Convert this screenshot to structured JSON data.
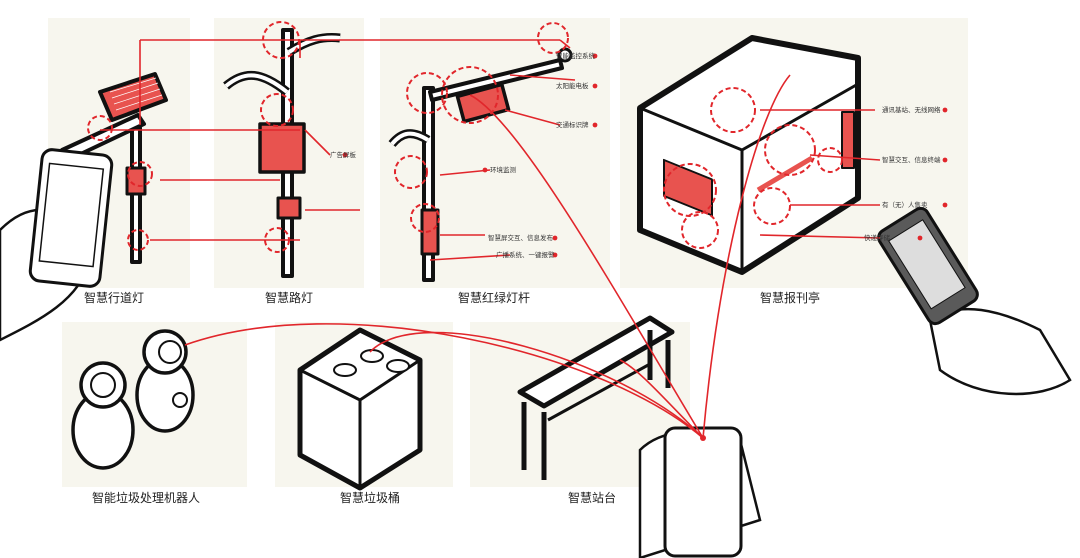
{
  "colors": {
    "accent": "#e1262b",
    "accent_fill": "#e8534f",
    "panel": "#f7f6ee",
    "ink": "#111111"
  },
  "panels": {
    "street_light": "智慧行道灯",
    "road_lamp": "智慧路灯",
    "traffic_pole": "智慧红绿灯杆",
    "kiosk": "智慧报刊亭",
    "robot": "智能垃圾处理机器人",
    "bin": "智慧垃圾桶",
    "bus_stop": "智慧站台"
  },
  "callouts": {
    "monitor": "智能监控系统",
    "solar": "太阳能电板",
    "traffic_sign": "交通标识牌",
    "ad_screen": "广告屏板",
    "env_monitor": "环境监测",
    "interact_release": "智慧屏交互、信息发布",
    "broadcast": "广播系统、一键报警",
    "network": "通讯基站、无线网络",
    "interact_terminal": "智慧交互、信息终端",
    "vending": "有（无）人售卖",
    "express": "快递存储"
  },
  "icons": [
    "smartphone-icon",
    "hand-icon",
    "robot-icon",
    "solar-panel-icon"
  ]
}
